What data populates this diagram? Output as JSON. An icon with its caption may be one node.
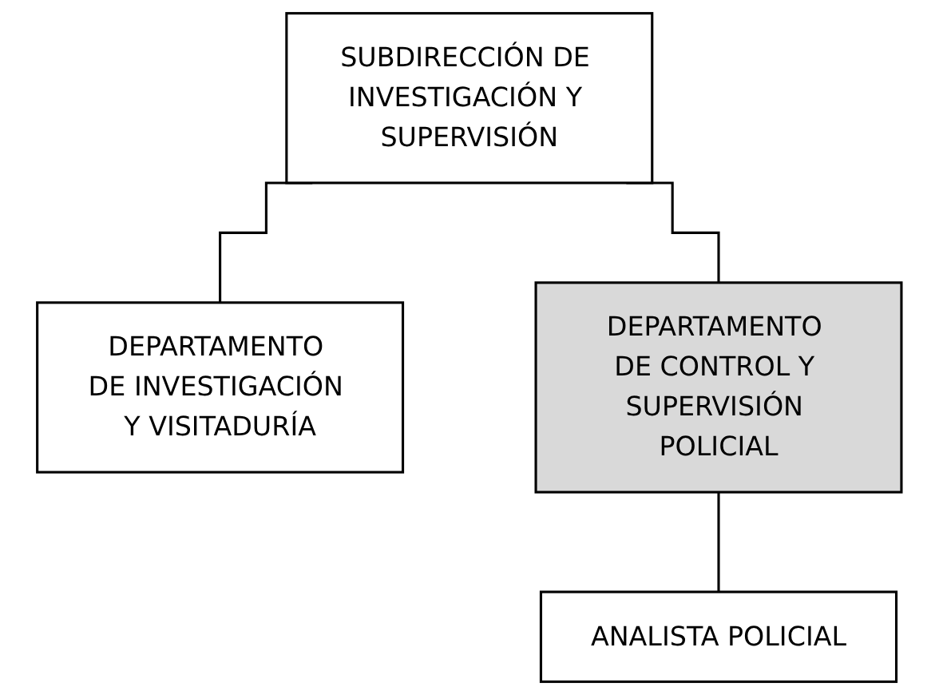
{
  "diagram": {
    "nodes": [
      {
        "text": [
          "SUBDIRECCIÓN DE INVESTIGACIÓN Y SUPERVISIÓN"
        ]
      },
      {
        "text": [
          "DEPARTAMENTO DE INVESTIGACIÓN Y VISITADURÍA"
        ]
      },
      {
        "text": [
          "DEPARTAMENTO DE CONTROL Y SUPERVISIÓN POLICIAL"
        ]
      },
      {
        "text": [
          "ANALISTA POLICIAL"
        ]
      }
    ],
    "edges": [
      {
        "from": 0,
        "to": 1,
        "arrow": "none"
      },
      {
        "from": 0,
        "to": 2,
        "arrow": "none"
      },
      {
        "from": 2,
        "to": 3,
        "arrow": "none"
      }
    ]
  }
}
